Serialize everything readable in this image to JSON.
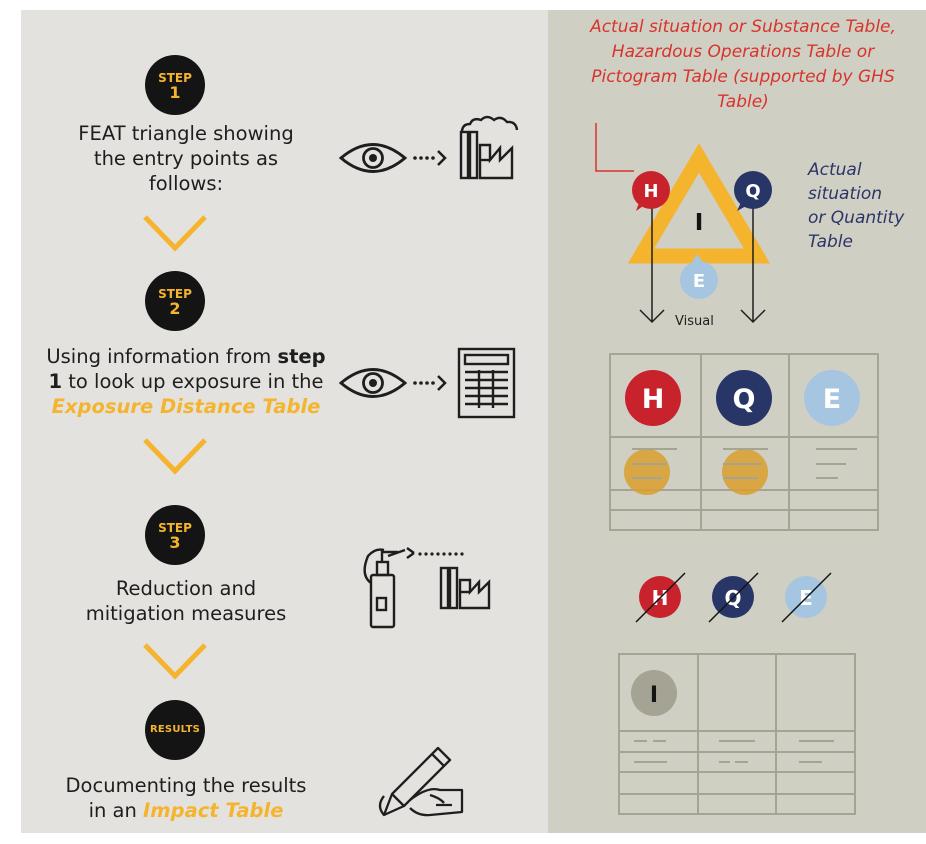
{
  "steps": [
    {
      "word": "STEP",
      "number": "1",
      "text": [
        "FEAT triangle showing",
        "the entry points as",
        "follows:"
      ]
    },
    {
      "word": "STEP",
      "number": "2",
      "text_line1_pre": "Using information from ",
      "text_line1_bold": "step",
      "text_line2_bold": "1",
      "text_line2_rest": " to look up exposure in the",
      "text_line3_highlight": "Exposure Distance Table"
    },
    {
      "word": "STEP",
      "number": "3",
      "text": [
        "Reduction and",
        "mitigation measures"
      ]
    },
    {
      "word": "RESULTS",
      "text_line1": "Documenting the results",
      "text_line2_pre": "in an ",
      "text_line2_highlight": "Impact Table"
    }
  ],
  "right": {
    "red_caption": [
      "Actual situation or Substance Table,",
      "Hazardous Operations Table or",
      "Pictogram Table (supported by GHS",
      "Table)"
    ],
    "navy_caption": [
      "Actual",
      "situation",
      "or Quantity",
      "Table"
    ],
    "visual_label": "Visual",
    "circle_h": "H",
    "circle_q": "Q",
    "circle_e": "E",
    "triangle_center": "I",
    "impact_letter": "I"
  },
  "colors": {
    "accent": "#f4b42e",
    "red": "#c8232c",
    "navy": "#283567",
    "light_blue": "#a5c5e0",
    "dark": "#141414",
    "gray_circle": "#a5a394",
    "table_line": "#a5a394"
  },
  "icons": [
    "eye-icon",
    "dotted-arrow-icon",
    "factory-icon",
    "table-document-icon",
    "fire-extinguisher-icon",
    "hand-writing-icon"
  ]
}
